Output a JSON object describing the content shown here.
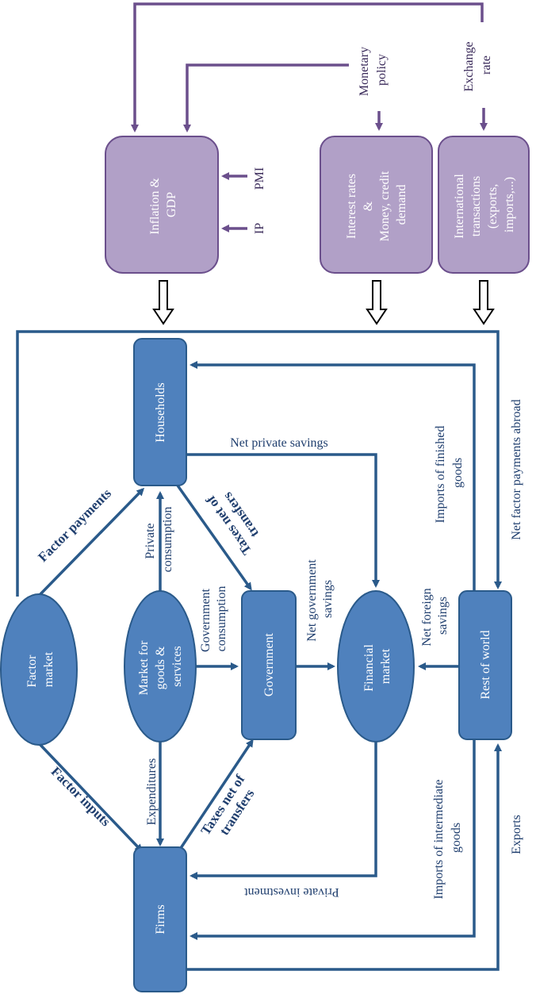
{
  "nodes": {
    "households": "Households",
    "firms": "Firms",
    "government": "Government",
    "rest_of_world": "Rest of world",
    "factor_market": [
      "Factor",
      "market"
    ],
    "goods_market": [
      "Market for",
      "goods &",
      "services"
    ],
    "financial_market": [
      "Financial",
      "market"
    ]
  },
  "indicators": {
    "inflation_gdp": [
      "Inflation &",
      "GDP"
    ],
    "interest_rates": [
      "Interest rates",
      "&",
      "Money, credit",
      "demand"
    ],
    "international": [
      "International",
      "transactions",
      "(exports,",
      "imports,...)"
    ],
    "pmi": "PMI",
    "ip": "IP",
    "monetary_policy": [
      "Monetary",
      "policy"
    ],
    "exchange_rate": [
      "Exchange",
      "rate"
    ]
  },
  "flows": {
    "factor_payments": "Factor payments",
    "factor_inputs": "Factor inputs",
    "private_consumption": [
      "Private",
      "consumption"
    ],
    "government_consumption": [
      "Government",
      "consumption"
    ],
    "expenditures": "Expenditures",
    "taxes_households": [
      "Taxes net of",
      "transfers"
    ],
    "taxes_firms": [
      "Taxes net of",
      "transfers"
    ],
    "net_private_savings": "Net private savings",
    "net_government_savings": [
      "Net government",
      "savings"
    ],
    "net_foreign_savings": [
      "Net foreign",
      "savings"
    ],
    "private_investment": "Private investment",
    "imports_finished": [
      "Imports of finished",
      "goods"
    ],
    "imports_intermediate": [
      "Imports of intermediate",
      "goods"
    ],
    "net_factor_payments_abroad": "Net factor payments abroad",
    "exports": "Exports"
  },
  "colors": {
    "node_fill": "#4f81bd",
    "node_stroke": "#2a5a8a",
    "indicator_fill": "#b1a0c7",
    "indicator_stroke": "#6b4f8c"
  }
}
